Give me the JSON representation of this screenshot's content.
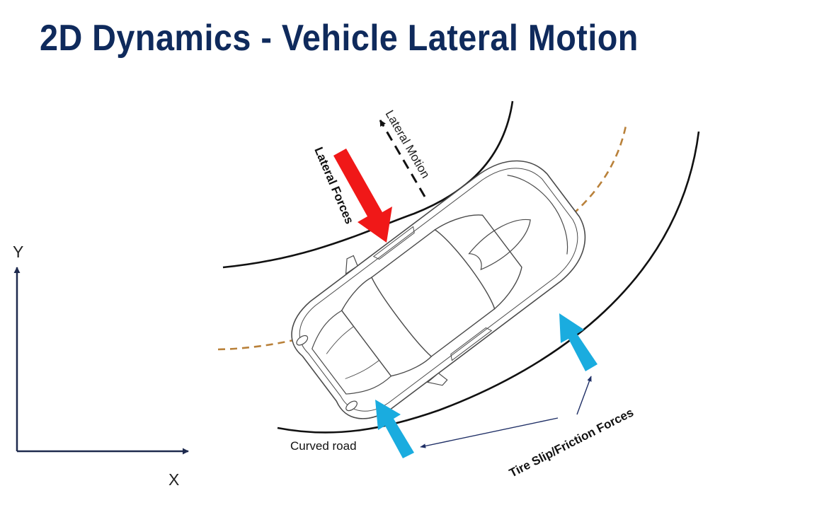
{
  "title": "2D Dynamics - Vehicle Lateral Motion",
  "colors": {
    "title": "#0f2a5c",
    "axis": "#1e2a4e",
    "road": "#111111",
    "path": "#b9813a",
    "lateral_force": "#f01818",
    "friction_force": "#1aacdf",
    "pointer": "#1f2f66",
    "car_line": "#4a4a4a"
  },
  "axes": {
    "y_label": "Y",
    "x_label": "X"
  },
  "labels": {
    "lateral_motion": "Lateral Motion",
    "lateral_forces": "Lateral Forces",
    "curved_road": "Curved road",
    "friction_forces": "Tire Slip/Friction Forces"
  },
  "icons": {
    "car": "car-top-view-icon"
  }
}
